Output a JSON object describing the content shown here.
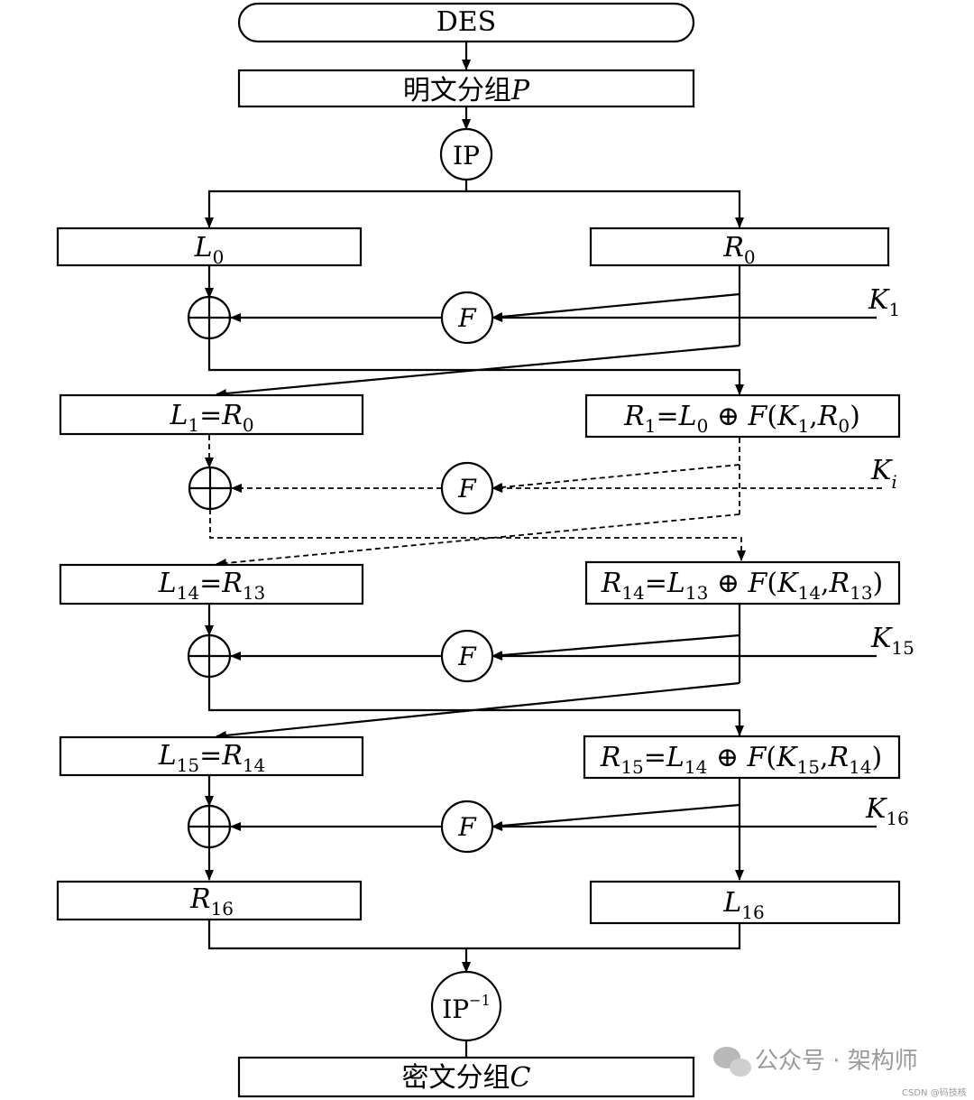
{
  "title": "DES",
  "input_block": {
    "prefix": "明文分组",
    "var": "P"
  },
  "ip": "IP",
  "ip_inv": {
    "base": "IP",
    "sup": "−1"
  },
  "f": "F",
  "xor": "⊕",
  "row0": {
    "left": {
      "v": "L",
      "s": "0"
    },
    "right": {
      "v": "R",
      "s": "0"
    },
    "key": {
      "v": "K",
      "s": "1"
    }
  },
  "row1": {
    "left": {
      "a": "L",
      "as": "1",
      "b": "R",
      "bs": "0"
    },
    "right": {
      "a": "R",
      "as": "1",
      "c": "L",
      "cs": "0",
      "k": "K",
      "ks": "1",
      "r": "R",
      "rs": "0"
    },
    "key": {
      "v": "K",
      "s": "i"
    }
  },
  "row14": {
    "left": {
      "a": "L",
      "as": "14",
      "b": "R",
      "bs": "13"
    },
    "right": {
      "a": "R",
      "as": "14",
      "c": "L",
      "cs": "13",
      "k": "K",
      "ks": "14",
      "r": "R",
      "rs": "13"
    },
    "key": {
      "v": "K",
      "s": "15"
    }
  },
  "row15": {
    "left": {
      "a": "L",
      "as": "15",
      "b": "R",
      "bs": "14"
    },
    "right": {
      "a": "R",
      "as": "15",
      "c": "L",
      "cs": "14",
      "k": "K",
      "ks": "15",
      "r": "R",
      "rs": "14"
    },
    "key": {
      "v": "K",
      "s": "16"
    }
  },
  "row16": {
    "left": {
      "v": "R",
      "s": "16"
    },
    "right": {
      "v": "L",
      "s": "16"
    }
  },
  "output_block": {
    "prefix": "密文分组",
    "var": "C"
  },
  "watermark": {
    "text": "公众号 · 架构师",
    "sub": "CSDN @码技核"
  }
}
